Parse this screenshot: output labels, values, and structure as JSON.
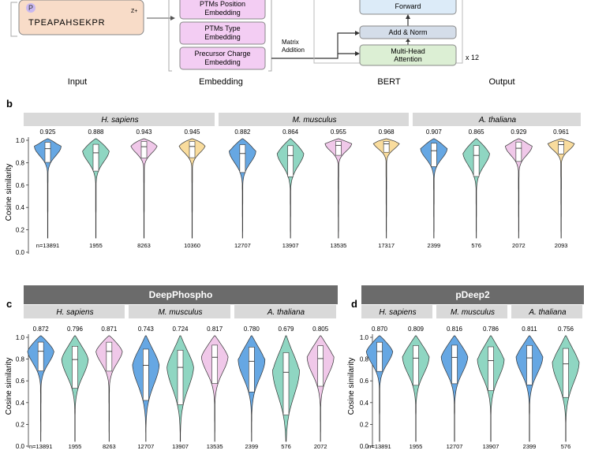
{
  "diagram": {
    "input_sequence": "TPEAPAHSEKPR",
    "ptm_marker": "P",
    "charge_marker": "Z+",
    "embedding_boxes": [
      "PTMs Position\nEmbedding",
      "PTMs Type\nEmbedding",
      "Precursor Charge\nEmbedding"
    ],
    "matrix_label": "Matrix\nAddition",
    "bert_boxes": [
      "Forward",
      "Add & Norm",
      "Multi-Head\nAttention"
    ],
    "repeat_label": "x 12",
    "section_labels": [
      "Input",
      "Embedding",
      "BERT",
      "Output"
    ],
    "colors": {
      "input_fill": "#f8dcc8",
      "embed_fill": "#f3cdf3",
      "forward_fill": "#dcebf8",
      "addnorm_fill": "#d4dde9",
      "attn_fill": "#dcefd4"
    }
  },
  "colors": {
    "blue": "#66a7e3",
    "teal": "#8fd6c2",
    "pink": "#f0c8e9",
    "yellow": "#f9dc9d",
    "strip_gray": "#d9d9d9",
    "strip_dark": "#6b6b6b"
  },
  "chart_data": [
    {
      "id": "b",
      "panel_label": "b",
      "type": "violin",
      "ylabel": "Cosine similarity",
      "ylim": [
        0,
        1
      ],
      "yticks": [
        "0.0",
        "0.2",
        "0.4",
        "0.6",
        "0.8",
        "1.0"
      ],
      "groups": [
        {
          "name": "H. sapiens",
          "medians": [
            "0.925",
            "0.888",
            "0.943",
            "0.945"
          ],
          "n": [
            "n=13891",
            "1955",
            "8263",
            "10360"
          ]
        },
        {
          "name": "M. musculus",
          "medians": [
            "0.882",
            "0.864",
            "0.955",
            "0.968"
          ],
          "n": [
            "12707",
            "13907",
            "13535",
            "17317"
          ]
        },
        {
          "name": "A. thaliana",
          "medians": [
            "0.907",
            "0.865",
            "0.929",
            "0.961"
          ],
          "n": [
            "2399",
            "576",
            "2072",
            "2093"
          ]
        }
      ]
    },
    {
      "id": "c",
      "panel_label": "c",
      "type": "violin",
      "title": "DeepPhospho",
      "ylabel": "Cosine similarity",
      "ylim": [
        0,
        1
      ],
      "yticks": [
        "0.0",
        "0.2",
        "0.4",
        "0.6",
        "0.8",
        "1.0"
      ],
      "groups": [
        {
          "name": "H. sapiens",
          "medians": [
            "0.872",
            "0.796",
            "0.871"
          ],
          "n": [
            "n=13891",
            "1955",
            "8263"
          ]
        },
        {
          "name": "M. musculus",
          "medians": [
            "0.743",
            "0.724",
            "0.817"
          ],
          "n": [
            "12707",
            "13907",
            "13535"
          ]
        },
        {
          "name": "A. thaliana",
          "medians": [
            "0.780",
            "0.679",
            "0.805"
          ],
          "n": [
            "2399",
            "576",
            "2072"
          ]
        }
      ]
    },
    {
      "id": "d",
      "panel_label": "d",
      "type": "violin",
      "title": "pDeep2",
      "ylabel": "Cosine similarity",
      "ylim": [
        0,
        1
      ],
      "yticks": [
        "0.0",
        "0.2",
        "0.4",
        "0.6",
        "0.8",
        "1.0"
      ],
      "groups": [
        {
          "name": "H. sapiens",
          "medians": [
            "0.870",
            "0.809"
          ],
          "n": [
            "n=13891",
            "1955"
          ]
        },
        {
          "name": "M. musculus",
          "medians": [
            "0.816",
            "0.786"
          ],
          "n": [
            "12707",
            "13907"
          ]
        },
        {
          "name": "A. thaliana",
          "medians": [
            "0.811",
            "0.756"
          ],
          "n": [
            "2399",
            "576"
          ]
        }
      ]
    }
  ]
}
